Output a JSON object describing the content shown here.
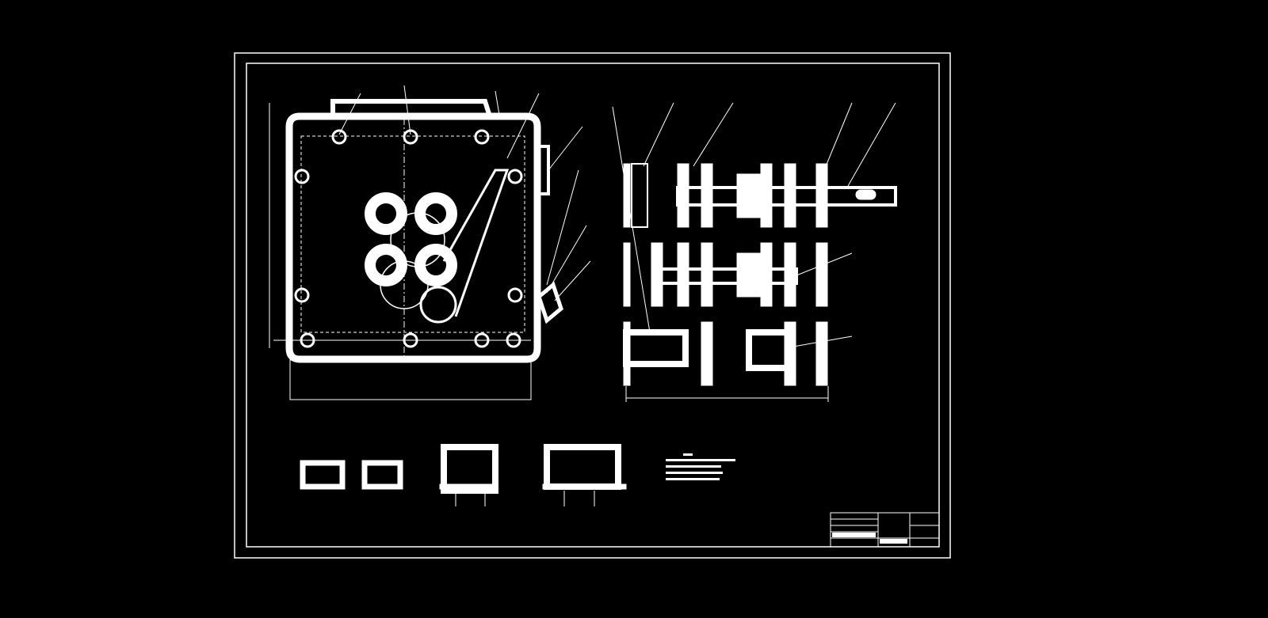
{
  "colors": {
    "background": "#000000",
    "line": "#ffffff",
    "dim_line": "#bfbfbf"
  },
  "drawing": {
    "type": "cad-assembly-drawing",
    "views": [
      "front-view",
      "shaft-section-view",
      "detail-sections",
      "technical-notes",
      "title-block"
    ]
  }
}
